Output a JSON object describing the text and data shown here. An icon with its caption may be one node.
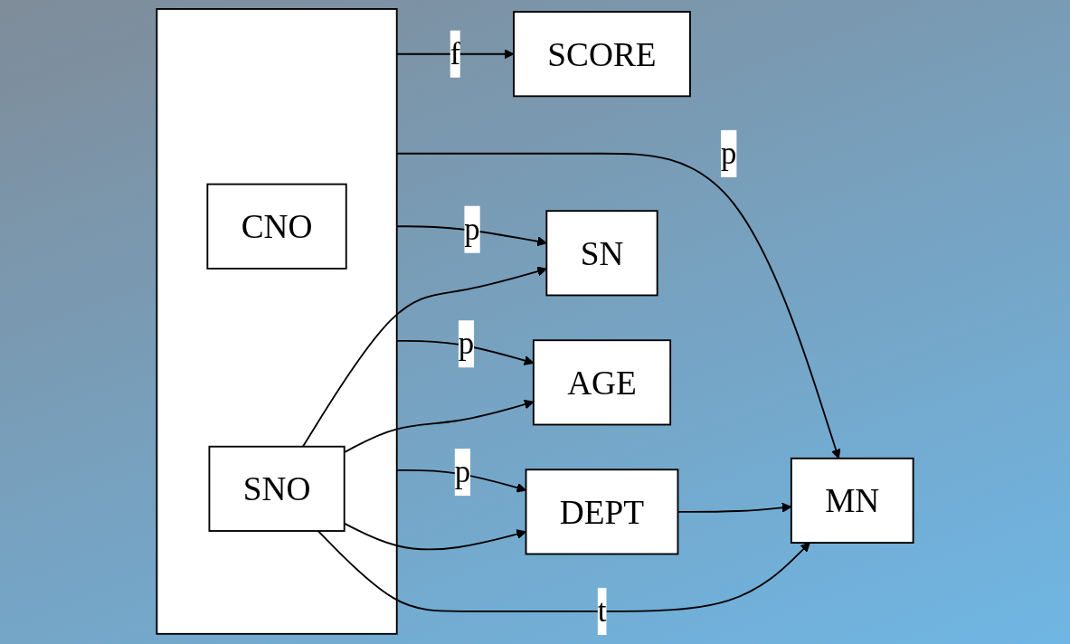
{
  "diagram": {
    "nodes": [
      {
        "text": [
          "SCORE"
        ]
      },
      {
        "text": [],
        "shape": "box"
      },
      {
        "text": [
          "SNO"
        ],
        "in": 1
      },
      {
        "text": [
          "CNO"
        ],
        "in": 1
      },
      {
        "text": [
          "DEPT"
        ]
      },
      {
        "text": [
          "MN"
        ]
      },
      {
        "text": [
          "SN"
        ]
      },
      {
        "text": [
          "AGE"
        ]
      }
    ],
    "edges": [
      {
        "from": 1,
        "to": 0,
        "arrow": "to",
        "label": "f"
      },
      {
        "from": 1,
        "to": 4,
        "arrow": "to",
        "label": "p"
      },
      {
        "from": 2,
        "to": 4,
        "arrow": "to"
      },
      {
        "from": 2,
        "to": 5,
        "arrow": "to",
        "label": "t"
      },
      {
        "from": 1,
        "to": 5,
        "arrow": "to",
        "label": "p"
      },
      {
        "from": 4,
        "to": 5,
        "arrow": "to"
      },
      {
        "from": 2,
        "to": 6,
        "arrow": "to"
      },
      {
        "from": 1,
        "to": 6,
        "arrow": "to",
        "label": "p"
      },
      {
        "from": 2,
        "to": 7,
        "arrow": "to"
      },
      {
        "from": 1,
        "to": 7,
        "arrow": "to",
        "label": "p"
      }
    ]
  }
}
